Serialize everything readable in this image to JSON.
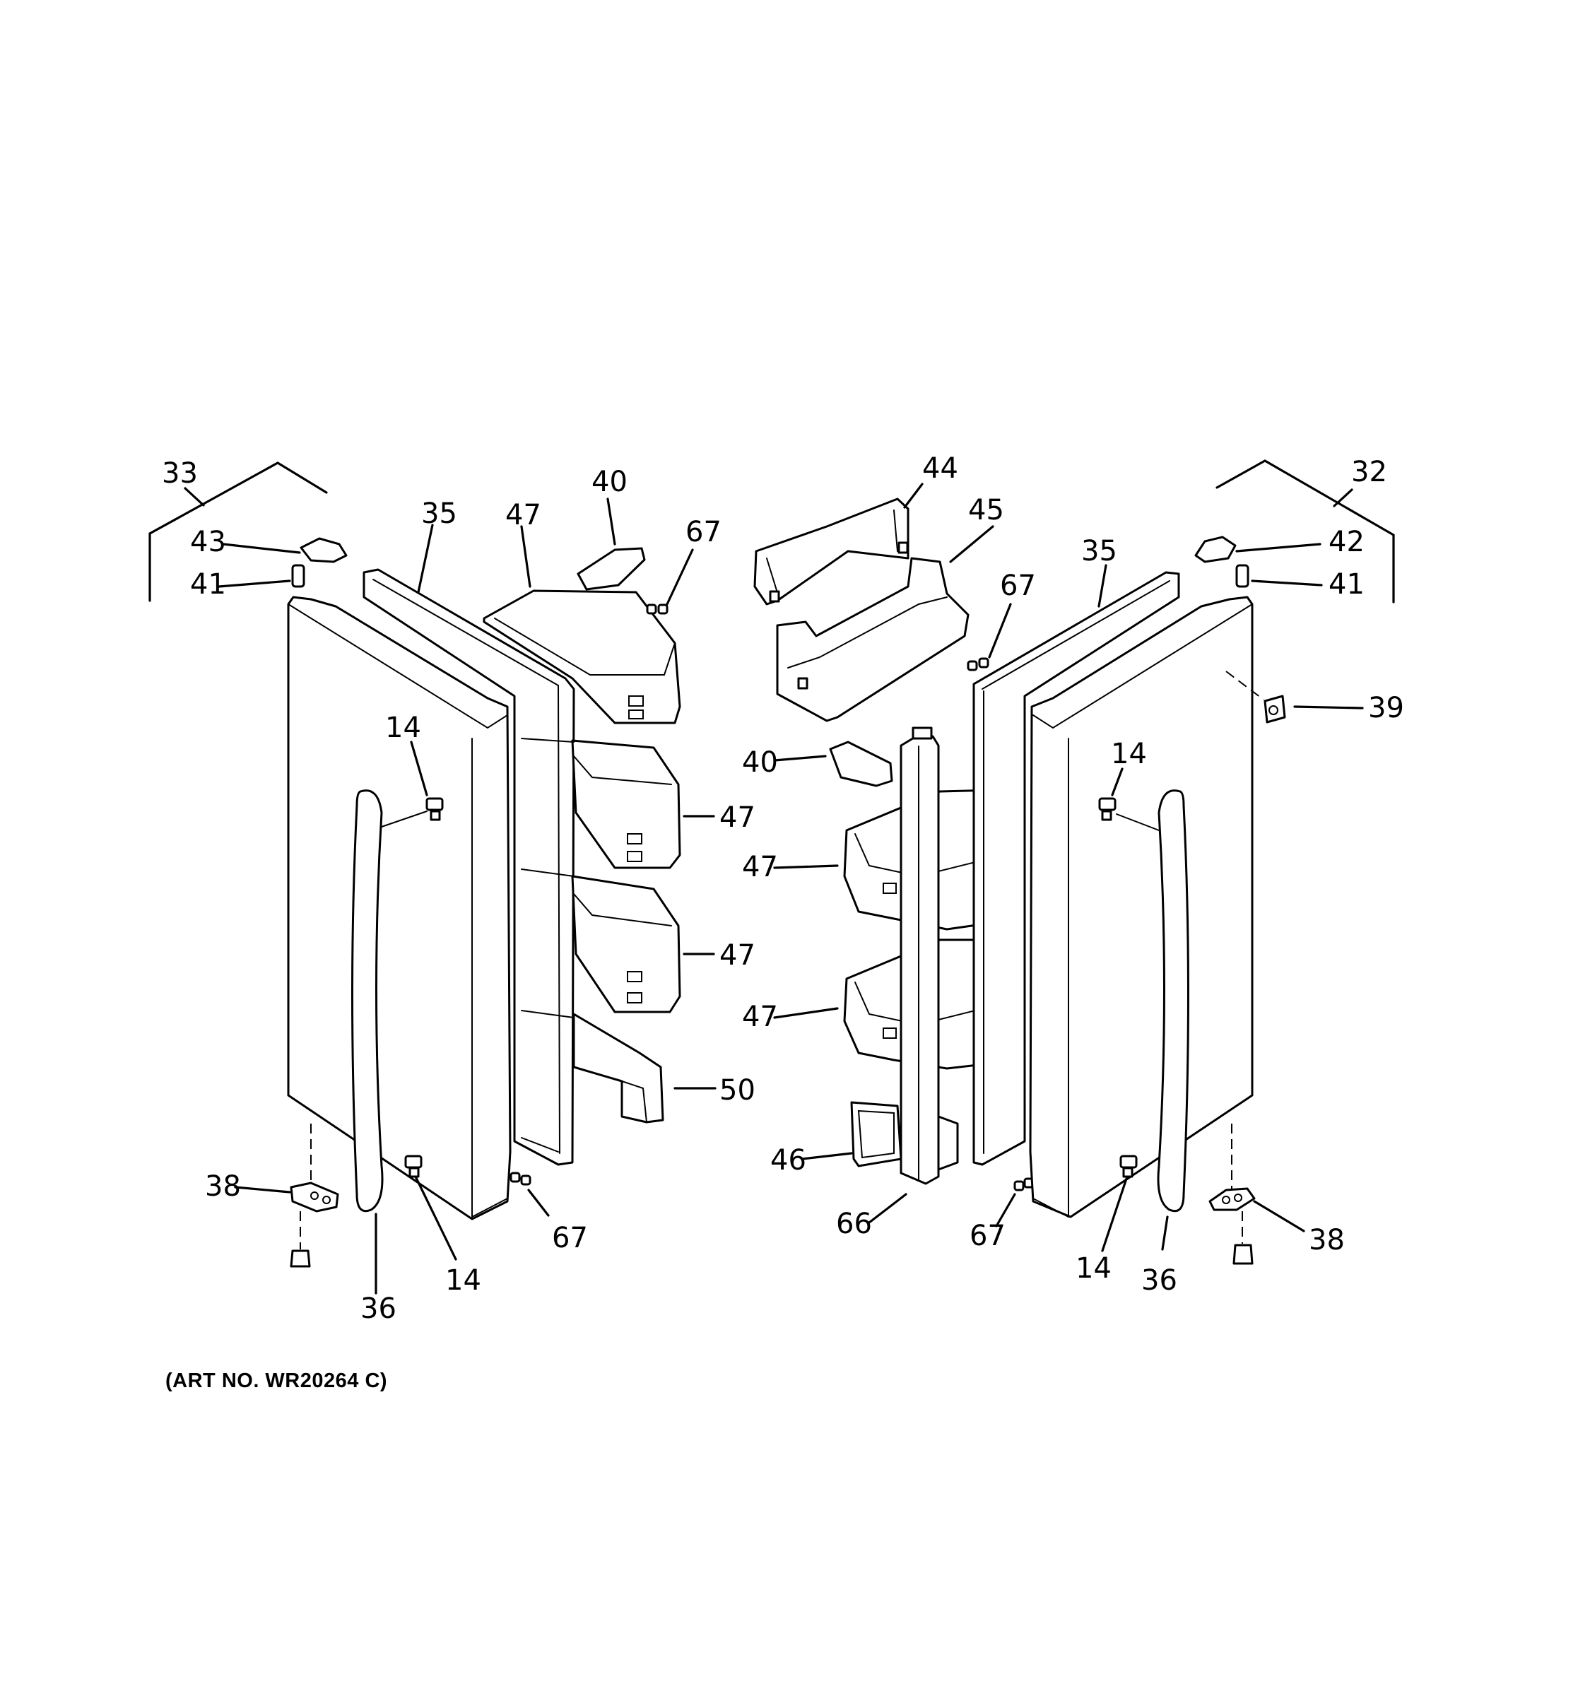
{
  "callouts": {
    "c33": "33",
    "c43": "43",
    "c41_left": "41",
    "c35_left": "35",
    "c47_top_left": "47",
    "c40_top": "40",
    "c67_top_left": "67",
    "c14_left_upper": "14",
    "c47_left_2": "47",
    "c47_left_3": "47",
    "c50": "50",
    "c38_left": "38",
    "c67_bottom_left": "67",
    "c14_left_lower": "14",
    "c36_left": "36",
    "c44": "44",
    "c45": "45",
    "c67_top_right": "67",
    "c40_mid": "40",
    "c47_right_1": "47",
    "c47_right_2": "47",
    "c46": "46",
    "c66": "66",
    "c67_bottom_right": "67",
    "c32": "32",
    "c42": "42",
    "c41_right": "41",
    "c35_right": "35",
    "c39": "39",
    "c14_right_upper": "14",
    "c14_right_lower": "14",
    "c36_right": "36",
    "c38_right": "38"
  },
  "caption": "(ART NO. WR20264 C)"
}
